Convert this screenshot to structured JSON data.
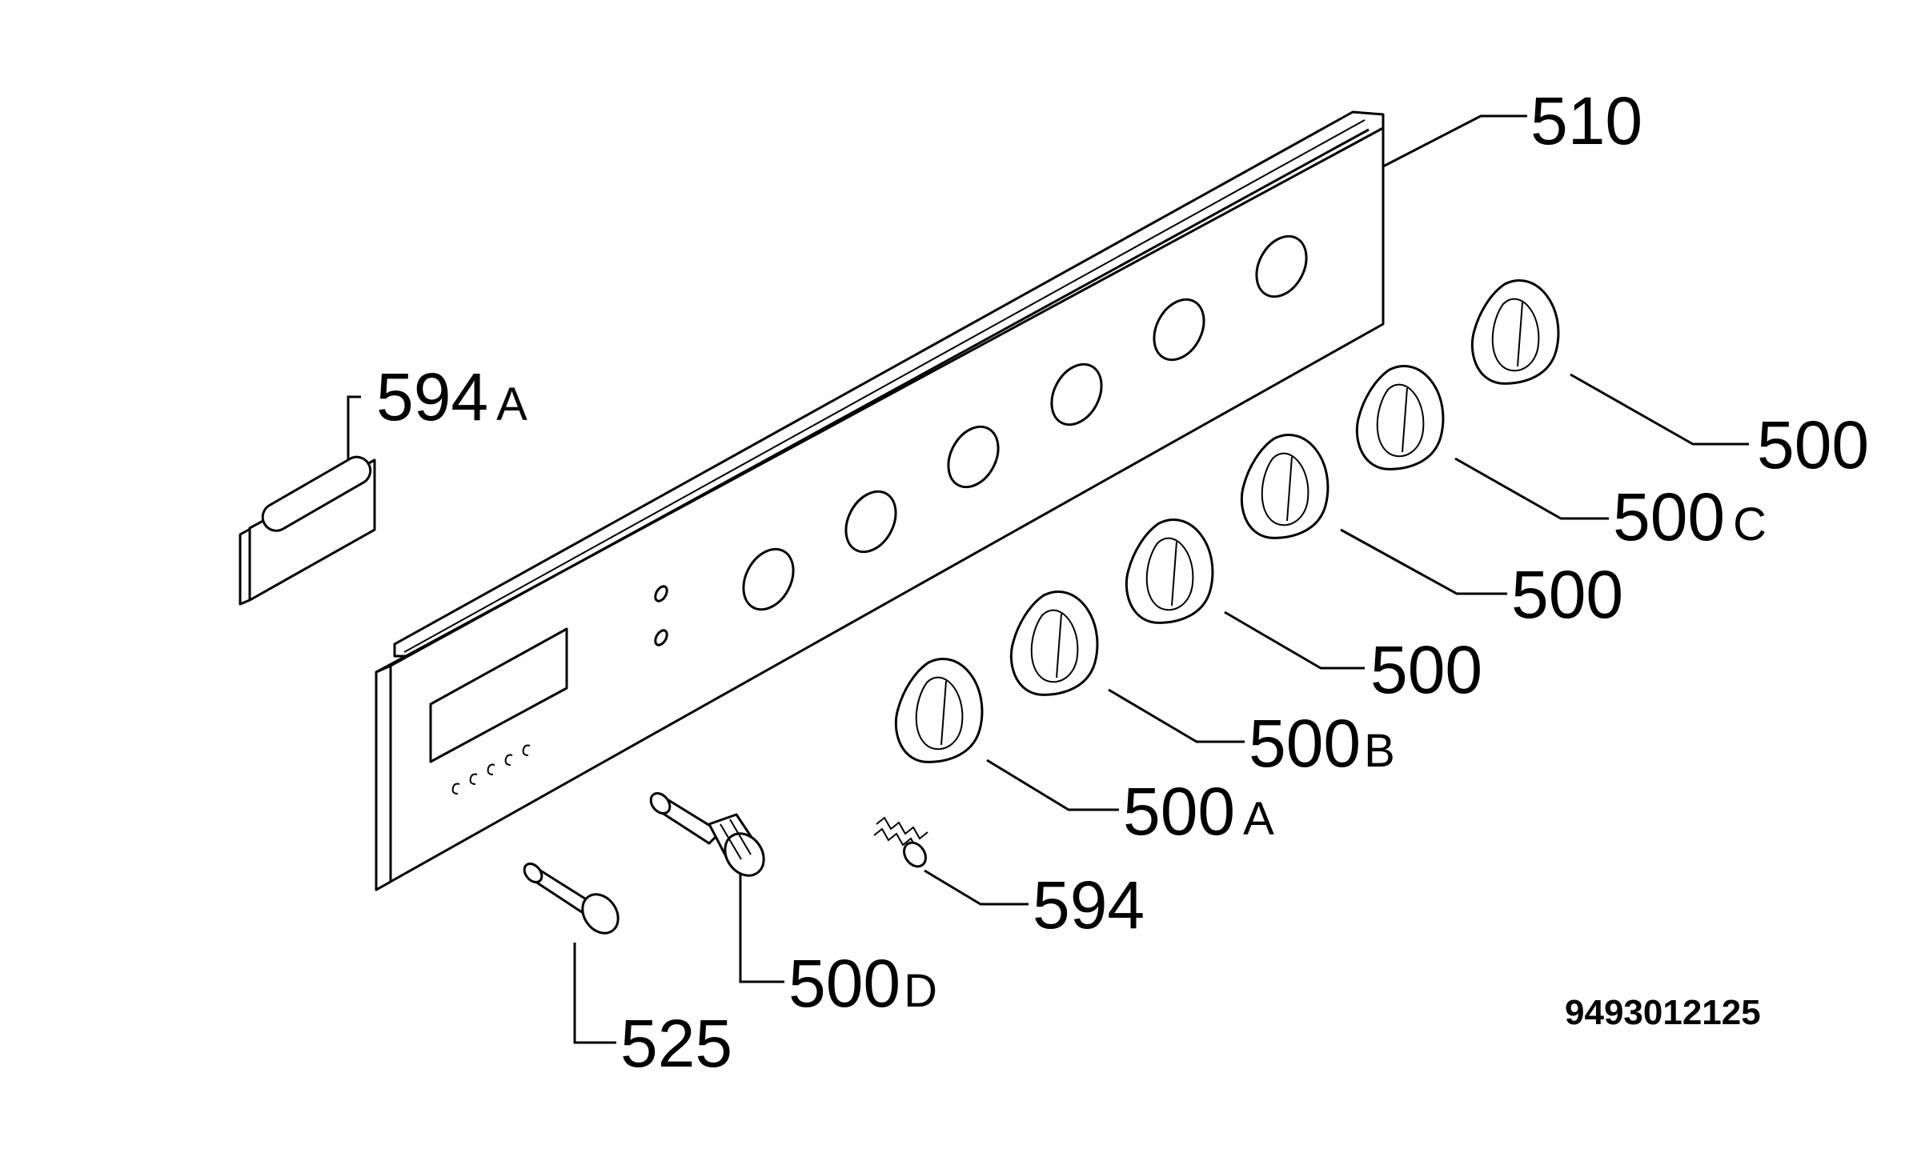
{
  "labels": {
    "panel": {
      "num": "510",
      "suffix": ""
    },
    "clip": {
      "num": "594",
      "suffix": "A"
    },
    "knob_top": {
      "num": "500",
      "suffix": ""
    },
    "knob_c": {
      "num": "500",
      "suffix": "C"
    },
    "knob_5": {
      "num": "500",
      "suffix": ""
    },
    "knob_4": {
      "num": "500",
      "suffix": ""
    },
    "knob_b": {
      "num": "500",
      "suffix": "B"
    },
    "knob_a": {
      "num": "500",
      "suffix": "A"
    },
    "spring": {
      "num": "594",
      "suffix": ""
    },
    "shaft": {
      "num": "500",
      "suffix": "D"
    },
    "button": {
      "num": "525",
      "suffix": ""
    }
  },
  "drawing_code": "9493012125"
}
